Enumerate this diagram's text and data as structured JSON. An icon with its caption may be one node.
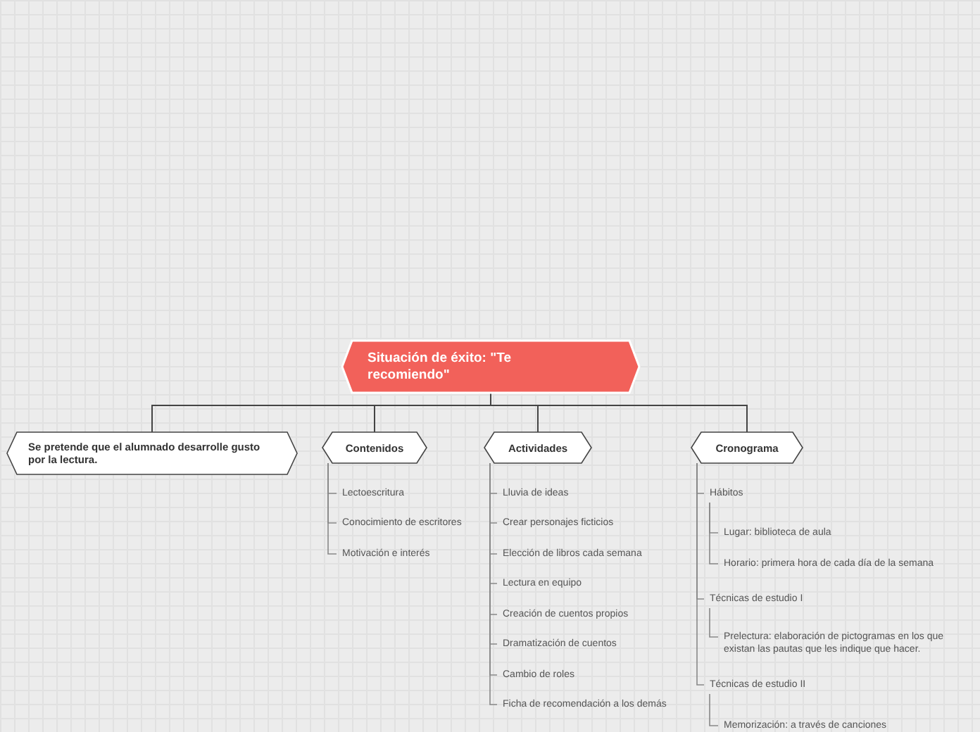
{
  "diagram": {
    "nodes": [
      {
        "text": [
          "Situación de éxito: \"Te recomiendo\""
        ]
      },
      {
        "text": [
          "Se pretende que el alumnado desarrolle gusto por la lectura."
        ]
      },
      {
        "text": [
          "Contenidos"
        ]
      },
      {
        "text": [
          "Lectoescritura"
        ]
      },
      {
        "text": [
          "Conocimiento de escritores"
        ]
      },
      {
        "text": [
          "Motivación e interés"
        ]
      },
      {
        "text": [
          "Actividades"
        ]
      },
      {
        "text": [
          "Lluvia de ideas"
        ]
      },
      {
        "text": [
          "Crear personajes ficticios"
        ]
      },
      {
        "text": [
          "Elección de libros cada semana"
        ]
      },
      {
        "text": [
          "Lectura en equipo"
        ]
      },
      {
        "text": [
          "Creación de cuentos propios"
        ]
      },
      {
        "text": [
          "Dramatización de cuentos"
        ]
      },
      {
        "text": [
          "Cambio de roles"
        ]
      },
      {
        "text": [
          "Ficha de recomendación a los demás"
        ]
      },
      {
        "text": [
          "Cronograma"
        ]
      },
      {
        "text": [
          "Hábitos"
        ]
      },
      {
        "text": [
          "Lugar: biblioteca de aula"
        ]
      },
      {
        "text": [
          "Horario: primera hora de cada día de la semana"
        ]
      },
      {
        "text": [
          "Técnicas de estudio I"
        ]
      },
      {
        "text": [
          "Prelectura: elaboración de pictogramas en los que existan las pautas que les indique que hacer."
        ]
      },
      {
        "text": [
          "Técnicas de estudio II"
        ]
      },
      {
        "text": [
          "Memorización: a través de canciones"
        ]
      }
    ],
    "edges": [
      {
        "from": 0,
        "to": 1,
        "arrow": "none"
      },
      {
        "from": 0,
        "to": 2,
        "arrow": "none"
      },
      {
        "from": 0,
        "to": 6,
        "arrow": "none"
      },
      {
        "from": 0,
        "to": 15,
        "arrow": "none"
      },
      {
        "from": 2,
        "to": 3,
        "arrow": "none"
      },
      {
        "from": 2,
        "to": 4,
        "arrow": "none"
      },
      {
        "from": 2,
        "to": 5,
        "arrow": "none"
      },
      {
        "from": 6,
        "to": 7,
        "arrow": "none"
      },
      {
        "from": 6,
        "to": 8,
        "arrow": "none"
      },
      {
        "from": 6,
        "to": 9,
        "arrow": "none"
      },
      {
        "from": 6,
        "to": 10,
        "arrow": "none"
      },
      {
        "from": 6,
        "to": 11,
        "arrow": "none"
      },
      {
        "from": 6,
        "to": 12,
        "arrow": "none"
      },
      {
        "from": 6,
        "to": 13,
        "arrow": "none"
      },
      {
        "from": 6,
        "to": 14,
        "arrow": "none"
      },
      {
        "from": 15,
        "to": 16,
        "arrow": "none"
      },
      {
        "from": 16,
        "to": 17,
        "arrow": "none"
      },
      {
        "from": 16,
        "to": 18,
        "arrow": "none"
      },
      {
        "from": 15,
        "to": 19,
        "arrow": "none"
      },
      {
        "from": 19,
        "to": 20,
        "arrow": "none"
      },
      {
        "from": 15,
        "to": 21,
        "arrow": "none"
      },
      {
        "from": 21,
        "to": 22,
        "arrow": "none"
      }
    ]
  }
}
